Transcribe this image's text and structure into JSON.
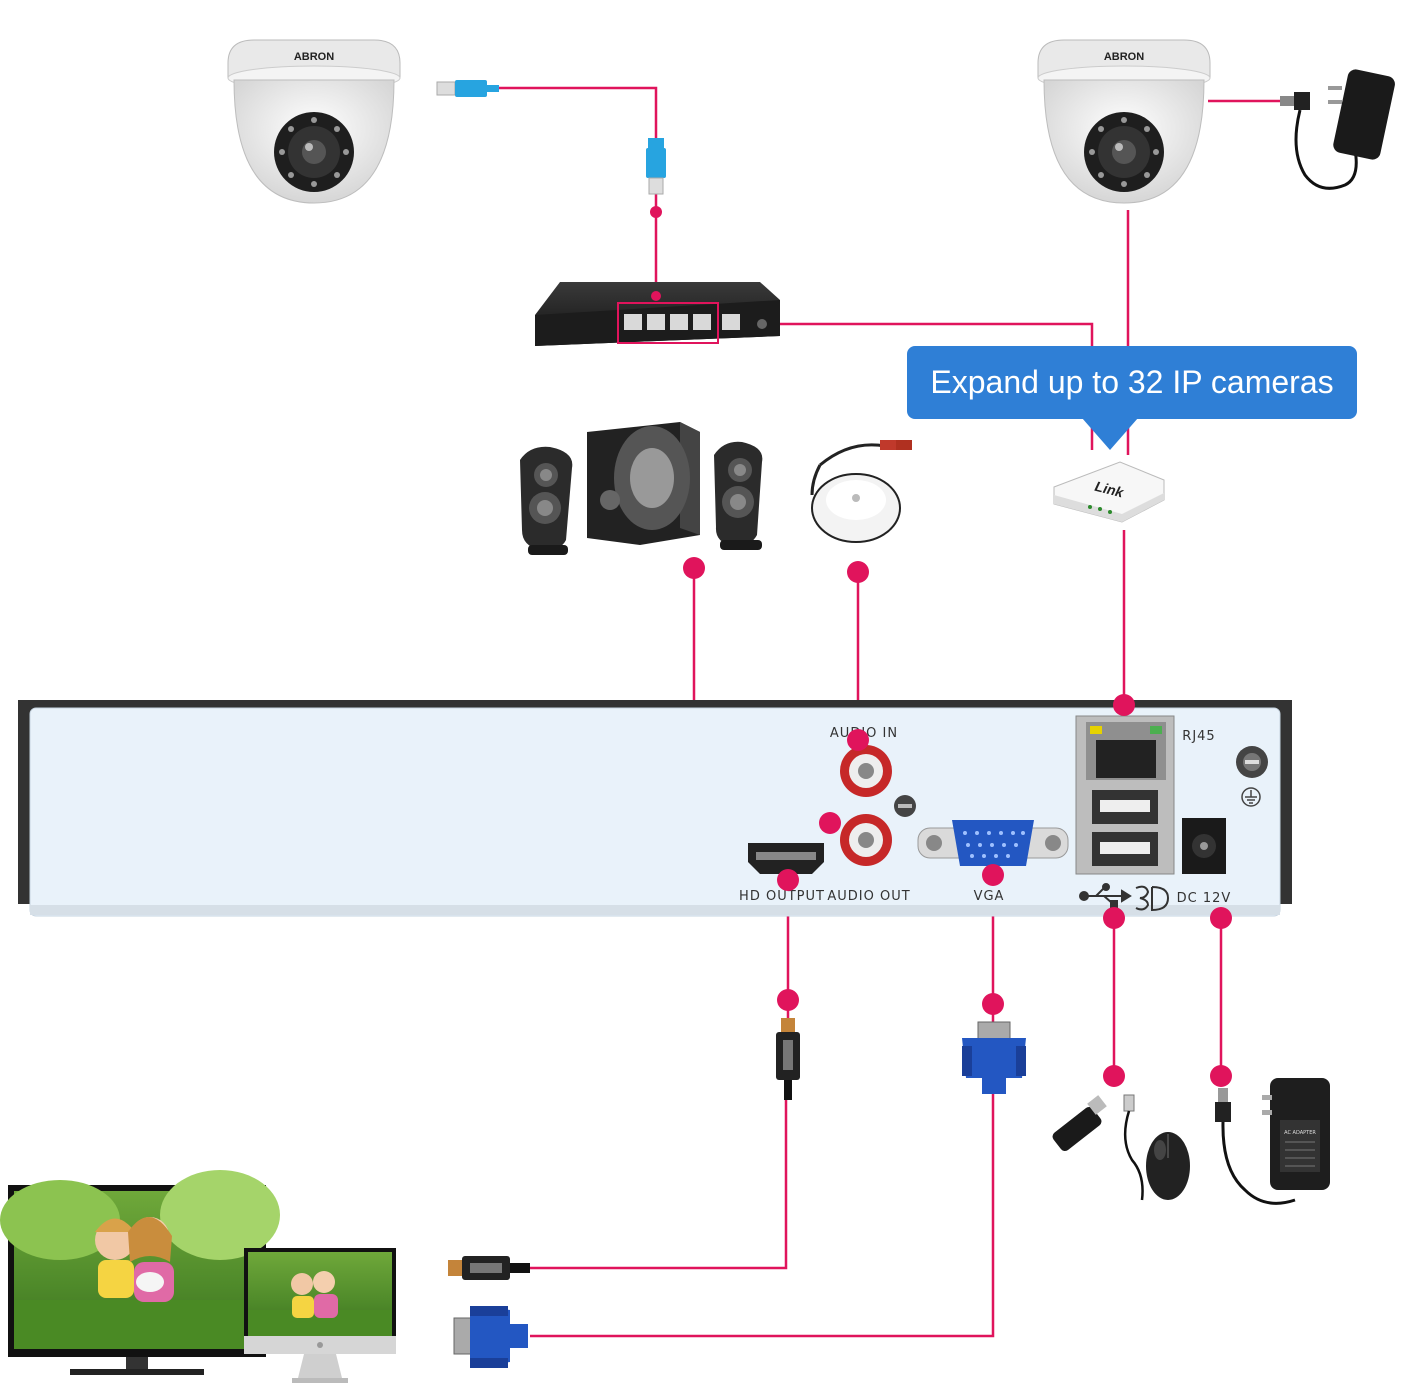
{
  "colors": {
    "wire": "#e0145c",
    "callout_bg": "#2f7fd6",
    "callout_text": "#ffffff",
    "nvr_panel": "#eaf3fb",
    "nvr_frame": "#333333"
  },
  "cameras": {
    "left_brand": "ABRON",
    "right_brand": "ABRON"
  },
  "callout": {
    "text": "Expand up to 32 IP cameras"
  },
  "router": {
    "label": "Link"
  },
  "adapter": {
    "label": "AC ADAPTER"
  },
  "nvr": {
    "ports": {
      "audio_in": "AUDIO IN",
      "audio_out": "AUDIO OUT",
      "hd_output": "HD OUTPUT",
      "vga": "VGA",
      "rj45": "RJ45",
      "dc": "DC 12V"
    }
  },
  "icons": {
    "usb": "usb-icon",
    "3d": "3d-icon",
    "ground": "ground-icon"
  }
}
